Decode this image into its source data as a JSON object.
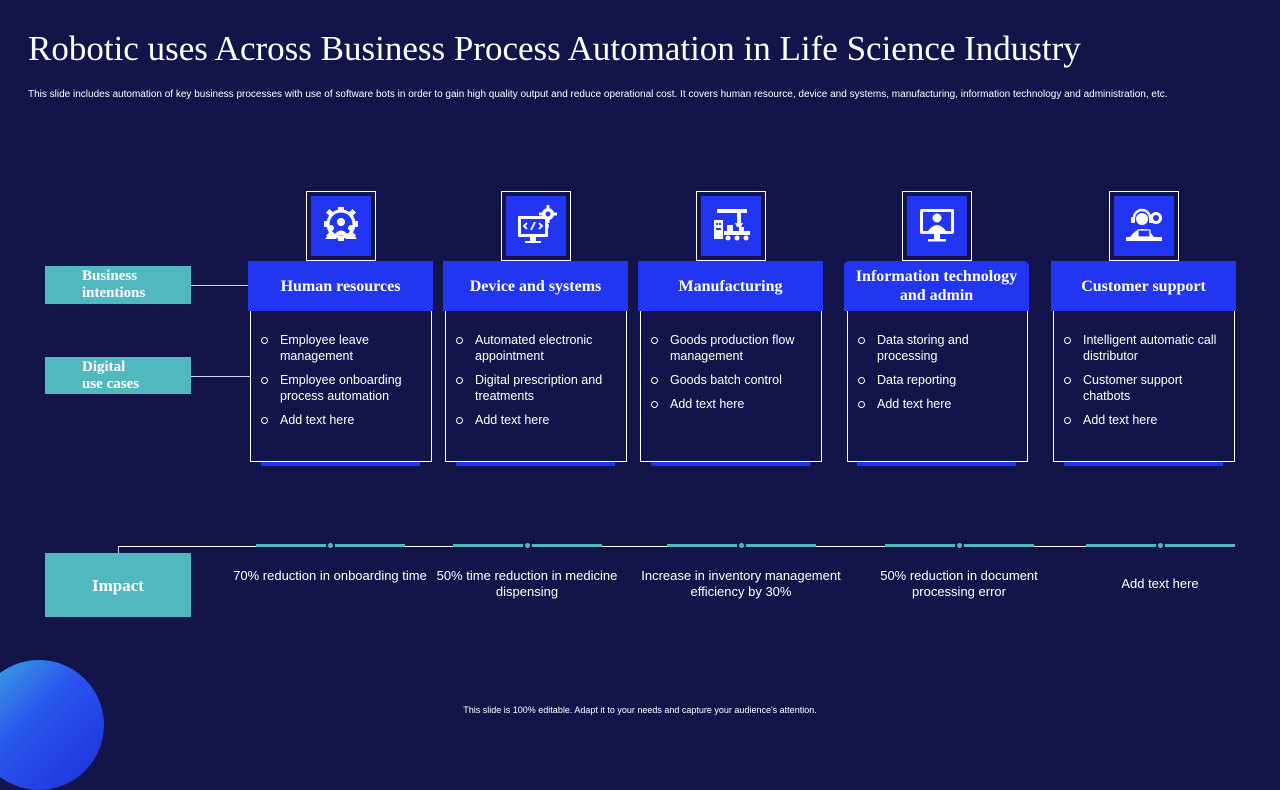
{
  "title": "Robotic uses Across Business Process Automation in Life Science Industry",
  "subtitle": "This slide includes automation  of key business processes with use of software bots in order to gain high quality output and reduce operational cost. It covers human resource, device and systems, manufacturing, information technology and administration,  etc.",
  "row_labels": {
    "business": [
      "Business",
      "intentions"
    ],
    "digital": [
      "Digital",
      "use cases"
    ],
    "impact": "Impact"
  },
  "columns": [
    {
      "header": "Human resources",
      "icon": "team-gear-icon",
      "items": [
        "Employee leave management",
        "Employee onboarding process automation",
        "Add text here"
      ]
    },
    {
      "header": "Device and systems",
      "icon": "code-monitor-gear-icon",
      "items": [
        "Automated electronic appointment",
        "Digital prescription and treatments",
        "Add text here"
      ]
    },
    {
      "header": "Manufacturing",
      "icon": "robotic-arm-conveyor-icon",
      "items": [
        "Goods production flow management",
        "Goods batch control",
        "Add text here"
      ]
    },
    {
      "header": "Information technology and admin",
      "icon": "user-monitor-icon",
      "items": [
        "Data storing and processing",
        "Data reporting",
        "Add text here"
      ]
    },
    {
      "header": "Customer support",
      "icon": "support-agent-icon",
      "items": [
        "Intelligent automatic call distributor",
        "Customer support chatbots",
        "Add text here"
      ]
    }
  ],
  "impacts": [
    "70% reduction in onboarding time",
    "50% time reduction in medicine dispensing",
    "Increase in inventory management efficiency by 30%",
    "50% reduction in document processing error",
    "Add text here"
  ],
  "footer": "This slide is 100% editable. Adapt it to your needs and capture your audience's attention.",
  "colors": {
    "background": "#12144a",
    "accent_blue": "#2236f2",
    "accent_teal": "#52b8c0"
  }
}
